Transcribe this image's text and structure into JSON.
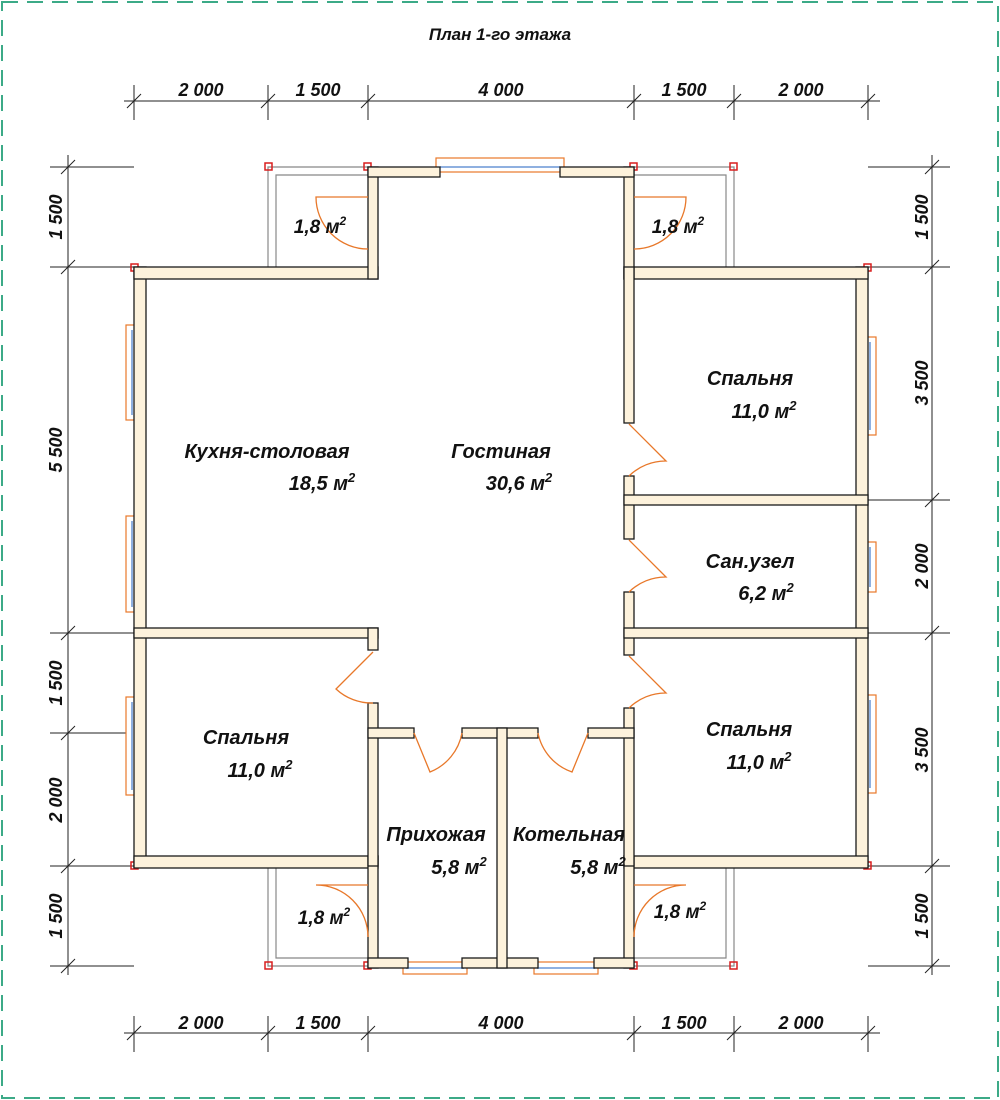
{
  "title": "План 1-го этажа",
  "rooms": [
    {
      "name": "Кухня-столовая",
      "area": "18,5 м"
    },
    {
      "name": "Гостиная",
      "area": "30,6 м"
    },
    {
      "name": "Спальня",
      "area": "11,0 м"
    },
    {
      "name": "Сан.узел",
      "area": "6,2 м"
    },
    {
      "name": "Спальня",
      "area": "11,0 м"
    },
    {
      "name": "Спальня",
      "area": "11,0 м"
    },
    {
      "name": "Прихожая",
      "area": "5,8 м"
    },
    {
      "name": "Котельная",
      "area": "5,8 м"
    }
  ],
  "porches": [
    {
      "area": "1,8 м"
    },
    {
      "area": "1,8 м"
    },
    {
      "area": "1,8 м"
    },
    {
      "area": "1,8 м"
    }
  ],
  "area_superscript": "2",
  "dimensions": {
    "top": [
      "2 000",
      "1 500",
      "4 000",
      "1 500",
      "2 000"
    ],
    "bottom": [
      "2 000",
      "1 500",
      "4 000",
      "1 500",
      "2 000"
    ],
    "left": [
      "1 500",
      "5 500",
      "1 500",
      "2 000",
      "1 500"
    ],
    "right": [
      "1 500",
      "3 500",
      "2 000",
      "3 500",
      "1 500"
    ]
  },
  "colors": {
    "wall_fill": "#fdf2dc",
    "wall_stroke": "#1a1a1a",
    "door": "#e8782a",
    "window": "#8fb0e0",
    "frame": "#3caa87",
    "post": "#d81e1e"
  }
}
